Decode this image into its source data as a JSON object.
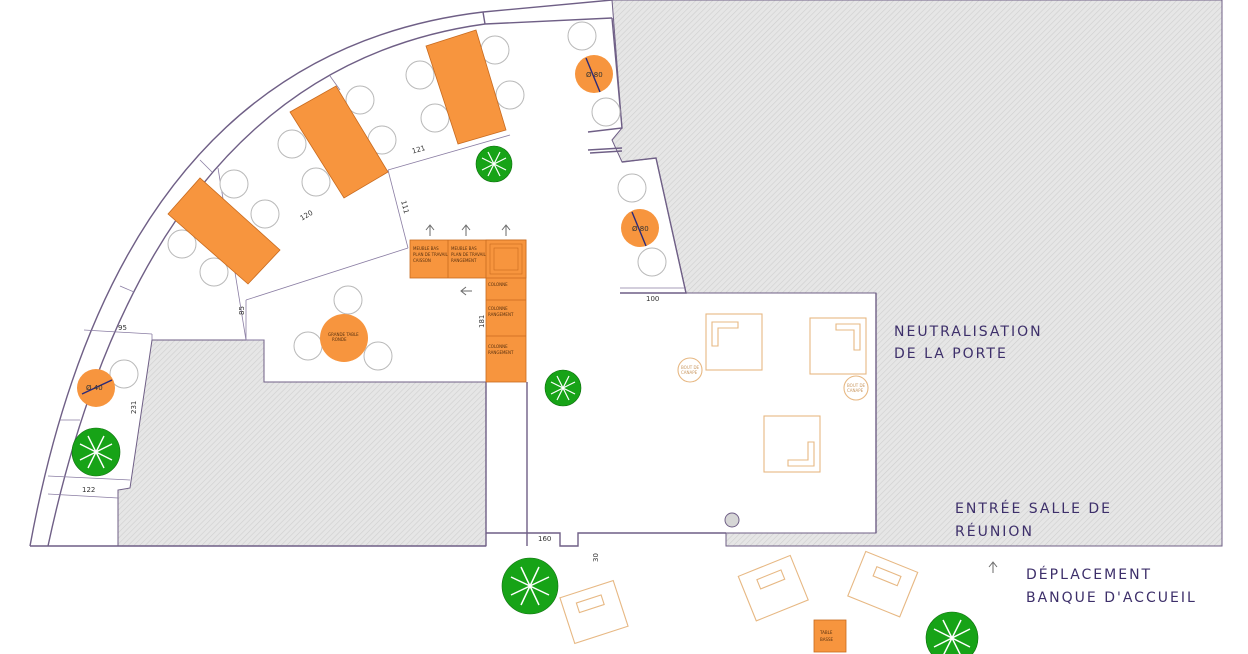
{
  "labels": {
    "neutralisation_line1": "NEUTRALISATION",
    "neutralisation_line2": "DE LA PORTE",
    "entree_line1": "ENTRÉE SALLE DE",
    "entree_line2": "RÉUNION",
    "deplacement_line1": "DÉPLACEMENT",
    "deplacement_line2": "BANQUE D'ACCUEIL",
    "table_basse_line1": "TABLE",
    "table_basse_line2": "BASSE"
  },
  "dimensions": {
    "d121": "121",
    "d120": "120",
    "d111": "111",
    "d85": "85",
    "d95": "95",
    "d231": "231",
    "d122": "122",
    "d181": "181",
    "d160": "160",
    "d30": "30",
    "d100": "100"
  },
  "round_tables": {
    "t1": "Ø 80",
    "t2": "Ø 80",
    "t3": "Ø 40"
  },
  "colors": {
    "wall": "#6f5f86",
    "furniture_orange": "#f7953e",
    "lounge_beige": "#e7b883",
    "plant_green": "#17a317",
    "hatch": "#d9d9d9"
  }
}
